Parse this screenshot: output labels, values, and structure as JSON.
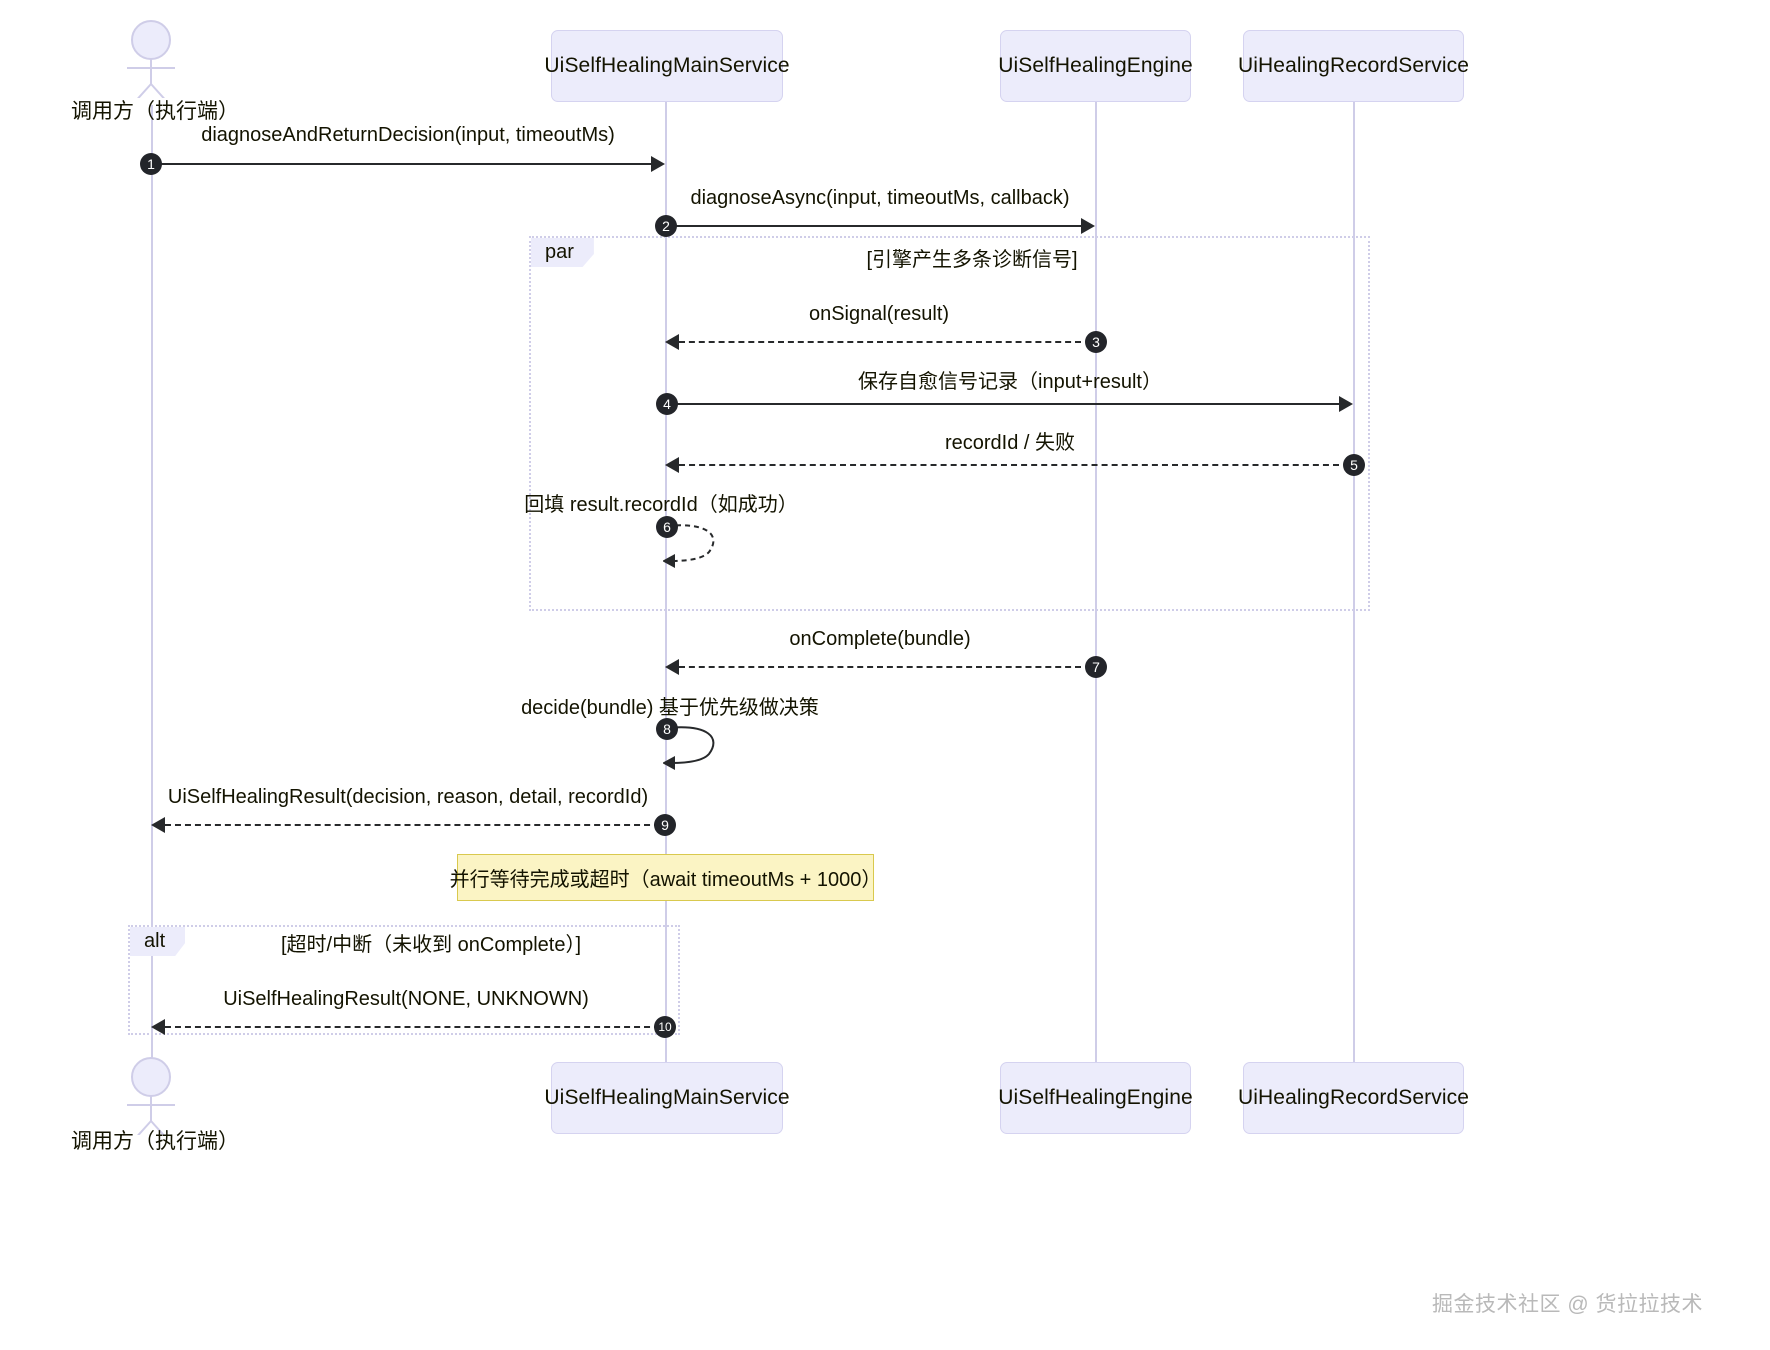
{
  "diagram": {
    "type": "sequence-diagram",
    "title": "UiSelfHealing diagnose sequence",
    "participants": [
      {
        "id": "caller",
        "label": "调用方（执行端）",
        "kind": "actor"
      },
      {
        "id": "main",
        "label": "UiSelfHealingMainService",
        "kind": "box"
      },
      {
        "id": "engine",
        "label": "UiSelfHealingEngine",
        "kind": "box"
      },
      {
        "id": "record",
        "label": "UiHealingRecordService",
        "kind": "box"
      }
    ],
    "messages": [
      {
        "num": "1",
        "label": "diagnoseAndReturnDecision(input, timeoutMs)",
        "from": "caller",
        "to": "main",
        "style": "solid",
        "dir": "right"
      },
      {
        "num": "2",
        "label": "diagnoseAsync(input, timeoutMs, callback)",
        "from": "main",
        "to": "engine",
        "style": "solid",
        "dir": "right"
      },
      {
        "num": "3",
        "label": "onSignal(result)",
        "from": "engine",
        "to": "main",
        "style": "dashed",
        "dir": "left"
      },
      {
        "num": "4",
        "label": "保存自愈信号记录（input+result）",
        "from": "main",
        "to": "record",
        "style": "solid",
        "dir": "right"
      },
      {
        "num": "5",
        "label": "recordId / 失败",
        "from": "record",
        "to": "main",
        "style": "dashed",
        "dir": "left"
      },
      {
        "num": "6",
        "label": "回填 result.recordId（如成功）",
        "from": "main",
        "to": "main",
        "style": "dashed",
        "dir": "self"
      },
      {
        "num": "7",
        "label": "onComplete(bundle)",
        "from": "engine",
        "to": "main",
        "style": "dashed",
        "dir": "left"
      },
      {
        "num": "8",
        "label": "decide(bundle) 基于优先级做决策",
        "from": "main",
        "to": "main",
        "style": "solid",
        "dir": "self"
      },
      {
        "num": "9",
        "label": "UiSelfHealingResult(decision, reason, detail, recordId)",
        "from": "main",
        "to": "caller",
        "style": "dashed",
        "dir": "left"
      },
      {
        "num": "10",
        "label": "UiSelfHealingResult(NONE, UNKNOWN)",
        "from": "main",
        "to": "caller",
        "style": "dashed",
        "dir": "left"
      }
    ],
    "fragments": [
      {
        "id": "par-frag",
        "tag": "par",
        "condition": "[引擎产生多条诊断信号]"
      },
      {
        "id": "alt-frag",
        "tag": "alt",
        "condition": "[超时/中断（未收到 onComplete）]"
      }
    ],
    "notes": [
      {
        "id": "timeout-note",
        "text": "并行等待完成或超时（await timeoutMs + 1000）"
      }
    ],
    "watermark": "掘金技术社区 @ 货拉拉技术",
    "colors": {
      "participant_fill": "#ececfb",
      "participant_border": "#d5d3f0",
      "lifeline": "#cfcde8",
      "arrow": "#27292b",
      "seq_badge": "#23252a",
      "note_fill": "#fbf4c4",
      "note_border": "#d9c94e",
      "fragment_border": "#cfcde8",
      "watermark": "#b9b9b9"
    }
  }
}
